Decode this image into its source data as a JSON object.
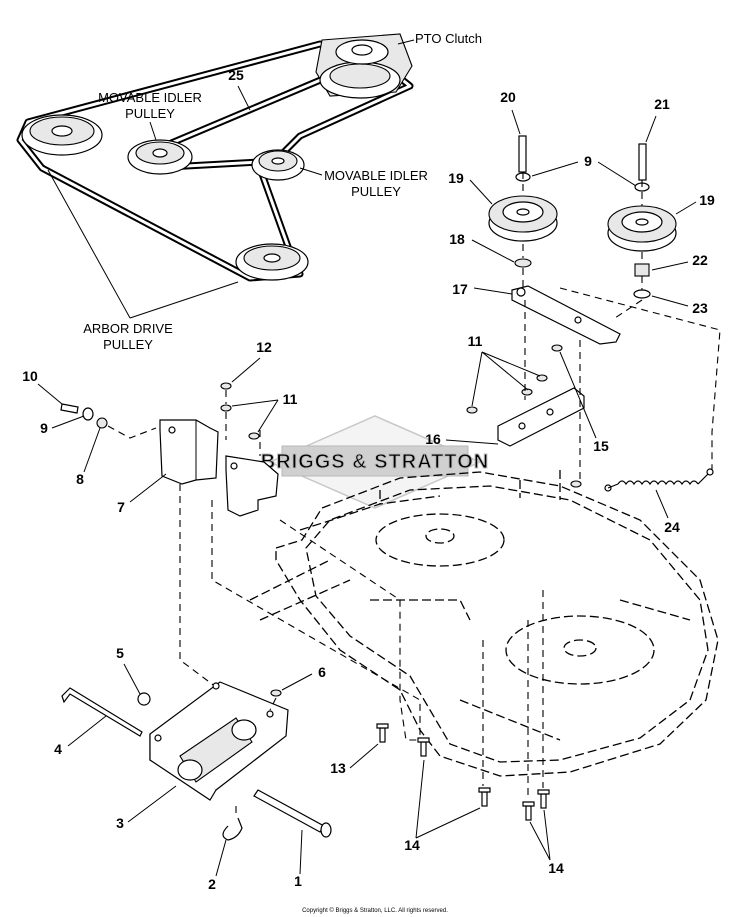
{
  "labels": {
    "pto_clutch": "PTO Clutch",
    "movable_idler_1": [
      "MOVABLE IDLER",
      "PULLEY"
    ],
    "movable_idler_2": [
      "MOVABLE IDLER",
      "PULLEY"
    ],
    "arbor_drive": [
      "ARBOR DRIVE",
      "PULLEY"
    ]
  },
  "part_numbers": {
    "p1": "1",
    "p2": "2",
    "p3": "3",
    "p4": "4",
    "p5": "5",
    "p6": "6",
    "p7": "7",
    "p8": "8",
    "p9a": "9",
    "p9b": "9",
    "p10": "10",
    "p11a": "11",
    "p11b": "11",
    "p12": "12",
    "p13": "13",
    "p14a": "14",
    "p14b": "14",
    "p15": "15",
    "p16": "16",
    "p17": "17",
    "p18": "18",
    "p19a": "19",
    "p19b": "19",
    "p20": "20",
    "p21": "21",
    "p22": "22",
    "p23": "23",
    "p24": "24",
    "p25": "25"
  },
  "watermark": "BRIGGS & STRATTON",
  "copyright": "Copyright © Briggs & Stratton, LLC. All rights reserved."
}
